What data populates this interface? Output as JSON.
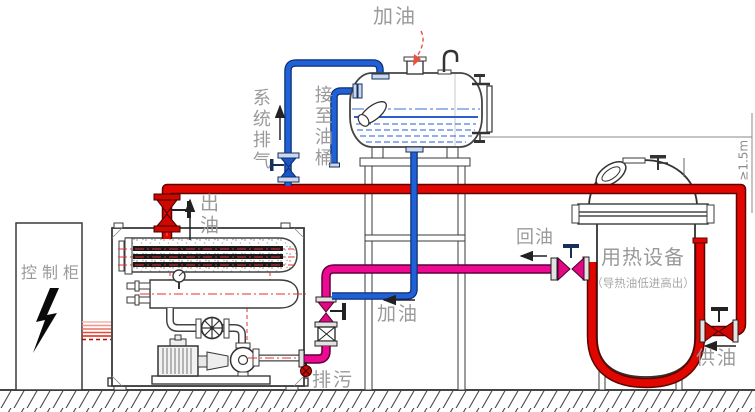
{
  "diagram": {
    "labels": {
      "refuel_top": "加油",
      "system_vent": "系统排气",
      "connect_to_oil_drum": "接至油桶",
      "oil_outlet": "出油",
      "control_cabinet": "控制柜",
      "oil_return": "回油",
      "refuel": "加油",
      "blowdown": "排污",
      "heat_equipment": "用热设备",
      "heat_equipment_note": "（导热油低进高出）",
      "oil_supply": "供油",
      "min_elevation": "≥1.5m"
    },
    "colors": {
      "supply_pipe": "#e10600",
      "return_pipe": "#ee0a90",
      "fill_vent_pipe": "#2061d8",
      "label_text": "#9a9a9a",
      "line_art": "#3a3a3a"
    }
  }
}
